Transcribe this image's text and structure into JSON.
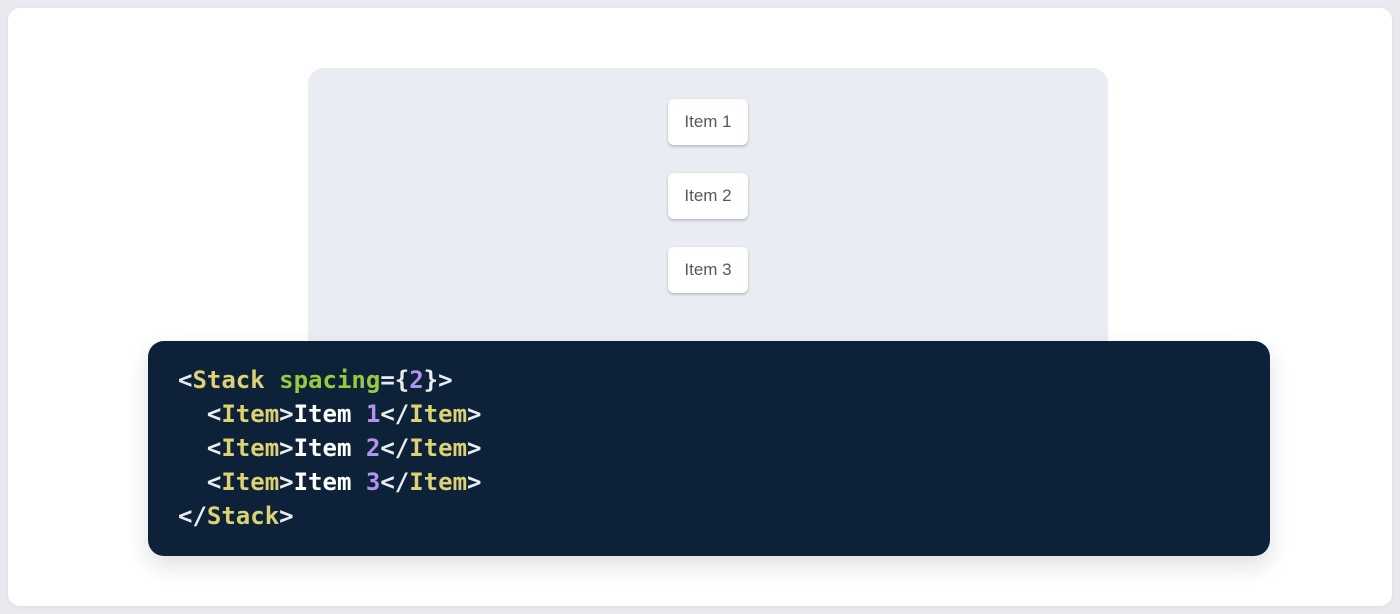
{
  "page": {
    "bg": "#e8eaef",
    "card_bg": "#ffffff"
  },
  "demo": {
    "panel_bg": "#e9edf3",
    "item_text_color": "#55595f",
    "items": [
      {
        "label": "Item 1"
      },
      {
        "label": "Item 2"
      },
      {
        "label": "Item 3"
      }
    ]
  },
  "code": {
    "bg": "#0d2238",
    "token_colors": {
      "punc": "#e9edf2",
      "tag": "#ddd273",
      "attr": "#99c93f",
      "num": "#b094f0",
      "plain": "#ffffff"
    },
    "lines": [
      {
        "tokens": [
          {
            "t": "punc",
            "v": "<"
          },
          {
            "t": "tag",
            "v": "Stack"
          },
          {
            "t": "plain",
            "v": " "
          },
          {
            "t": "attr",
            "v": "spacing"
          },
          {
            "t": "punc",
            "v": "={"
          },
          {
            "t": "num",
            "v": "2"
          },
          {
            "t": "punc",
            "v": "}>"
          }
        ]
      },
      {
        "tokens": [
          {
            "t": "plain",
            "v": "  "
          },
          {
            "t": "punc",
            "v": "<"
          },
          {
            "t": "tag",
            "v": "Item"
          },
          {
            "t": "punc",
            "v": ">"
          },
          {
            "t": "plain",
            "v": "Item "
          },
          {
            "t": "num",
            "v": "1"
          },
          {
            "t": "punc",
            "v": "</"
          },
          {
            "t": "tag",
            "v": "Item"
          },
          {
            "t": "punc",
            "v": ">"
          }
        ]
      },
      {
        "tokens": [
          {
            "t": "plain",
            "v": "  "
          },
          {
            "t": "punc",
            "v": "<"
          },
          {
            "t": "tag",
            "v": "Item"
          },
          {
            "t": "punc",
            "v": ">"
          },
          {
            "t": "plain",
            "v": "Item "
          },
          {
            "t": "num",
            "v": "2"
          },
          {
            "t": "punc",
            "v": "</"
          },
          {
            "t": "tag",
            "v": "Item"
          },
          {
            "t": "punc",
            "v": ">"
          }
        ]
      },
      {
        "tokens": [
          {
            "t": "plain",
            "v": "  "
          },
          {
            "t": "punc",
            "v": "<"
          },
          {
            "t": "tag",
            "v": "Item"
          },
          {
            "t": "punc",
            "v": ">"
          },
          {
            "t": "plain",
            "v": "Item "
          },
          {
            "t": "num",
            "v": "3"
          },
          {
            "t": "punc",
            "v": "</"
          },
          {
            "t": "tag",
            "v": "Item"
          },
          {
            "t": "punc",
            "v": ">"
          }
        ]
      },
      {
        "tokens": [
          {
            "t": "punc",
            "v": "</"
          },
          {
            "t": "tag",
            "v": "Stack"
          },
          {
            "t": "punc",
            "v": ">"
          }
        ]
      }
    ]
  }
}
